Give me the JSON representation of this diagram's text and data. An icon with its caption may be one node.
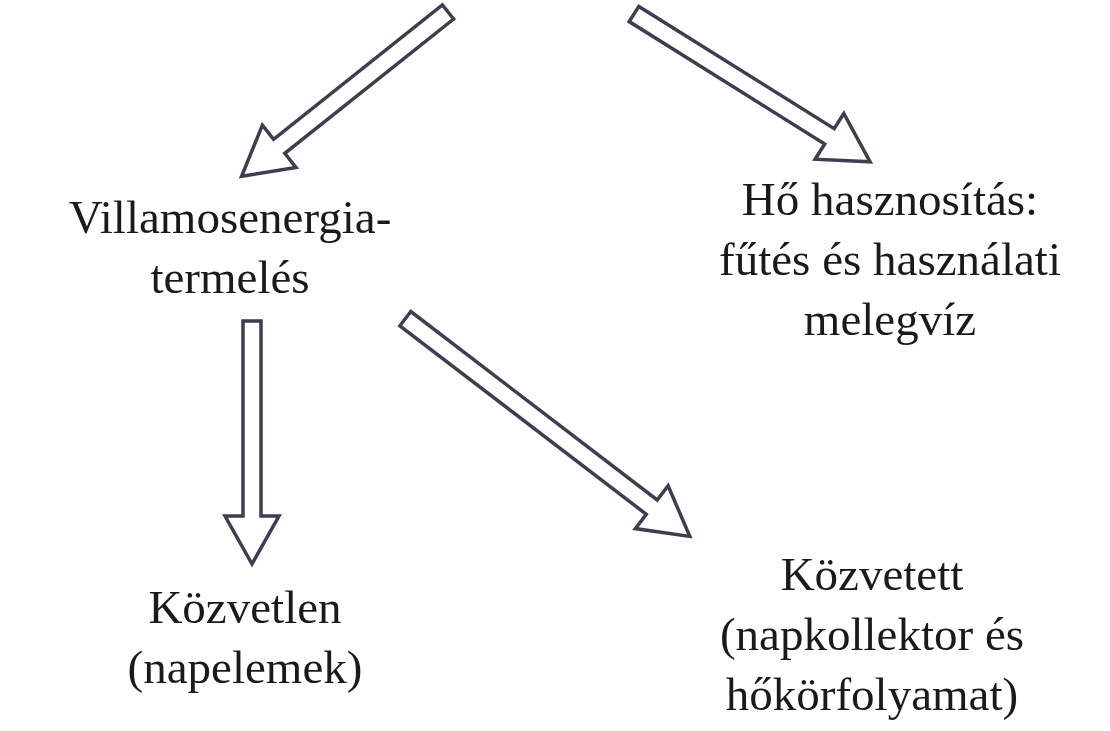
{
  "diagram": {
    "nodes": [
      {
        "text": [
          "Villamosenergia-termelés"
        ]
      },
      {
        "text": [
          "Hő hasznosítás: fűtés és használati melegvíz"
        ]
      },
      {
        "text": [
          "Közvetlen (napelemek)"
        ]
      },
      {
        "text": [
          "Közvetett (napkollektor és hőkörfolyamat)"
        ]
      }
    ],
    "edges": [
      {
        "from": null,
        "to": 0,
        "arrow": "to"
      },
      {
        "from": null,
        "to": 1,
        "arrow": "to"
      },
      {
        "from": 0,
        "to": 2,
        "arrow": "to"
      },
      {
        "from": 0,
        "to": 3,
        "arrow": "to"
      }
    ]
  }
}
